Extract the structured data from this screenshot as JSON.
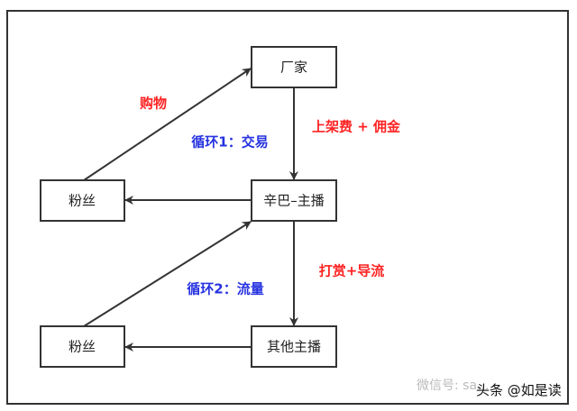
{
  "nodes": {
    "manufacturer": "厂家",
    "xinba": "辛巴–主播",
    "fans_top": "粉丝",
    "fans_bottom": "粉丝",
    "other_streamers": "其他主播"
  },
  "edge_labels": {
    "shopping": "购物",
    "fees": "上架费 + 佣金",
    "tips": "打赏+导流"
  },
  "cycle_labels": {
    "cycle1": "循环1：交易",
    "cycle2": "循环2：流量"
  },
  "watermark": {
    "wechat": "微信号: sa...",
    "toutiao": "头条 @如是读"
  },
  "colors": {
    "red": "#ff2222",
    "blue": "#2633e0",
    "stroke": "#333333"
  }
}
